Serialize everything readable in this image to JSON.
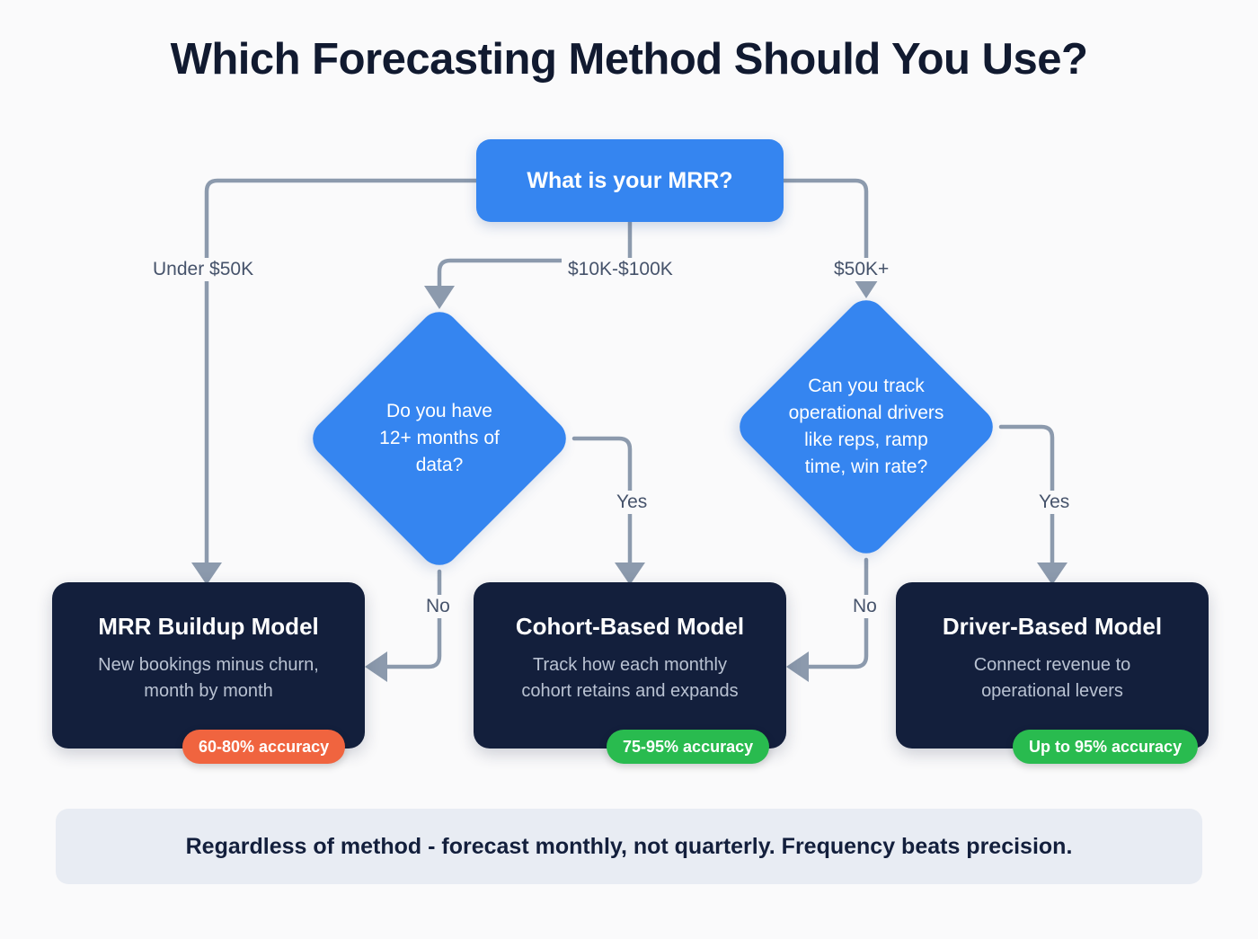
{
  "page": {
    "title": "Which Forecasting Method Should You Use?",
    "background_color": "#fafafb"
  },
  "colors": {
    "accent_blue": "#3585f0",
    "card_navy": "#131f3c",
    "connector_gray": "#8c9aad",
    "badge_orange": "#f0643f",
    "badge_green": "#29bb4f",
    "banner_bg": "#e8ecf3",
    "title_navy": "#111a30"
  },
  "root": {
    "label": "What is your MRR?"
  },
  "edges": {
    "under_50k": "Under $50K",
    "ten_to_hundred": "$10K-$100K",
    "fifty_plus": "$50K+",
    "left_yes": "Yes",
    "left_no": "No",
    "right_yes": "Yes",
    "right_no": "No"
  },
  "decisions": [
    {
      "id": "data-history",
      "label": "Do you have\n12+ months of\ndata?"
    },
    {
      "id": "operational-drivers",
      "label": "Can you track\noperational drivers\nlike reps, ramp\ntime, win rate?"
    }
  ],
  "results": [
    {
      "id": "mrr-buildup",
      "title": "MRR Buildup Model",
      "desc": "New bookings minus churn,\nmonth by month",
      "badge": "60-80% accuracy",
      "badge_color": "#f0643f"
    },
    {
      "id": "cohort-based",
      "title": "Cohort-Based Model",
      "desc": "Track how each monthly\ncohort retains and expands",
      "badge": "75-95% accuracy",
      "badge_color": "#29bb4f"
    },
    {
      "id": "driver-based",
      "title": "Driver-Based Model",
      "desc": "Connect revenue to\noperational levers",
      "badge": "Up to 95% accuracy",
      "badge_color": "#29bb4f"
    }
  ],
  "footer": {
    "note": "Regardless of method - forecast monthly, not quarterly. Frequency beats precision."
  }
}
